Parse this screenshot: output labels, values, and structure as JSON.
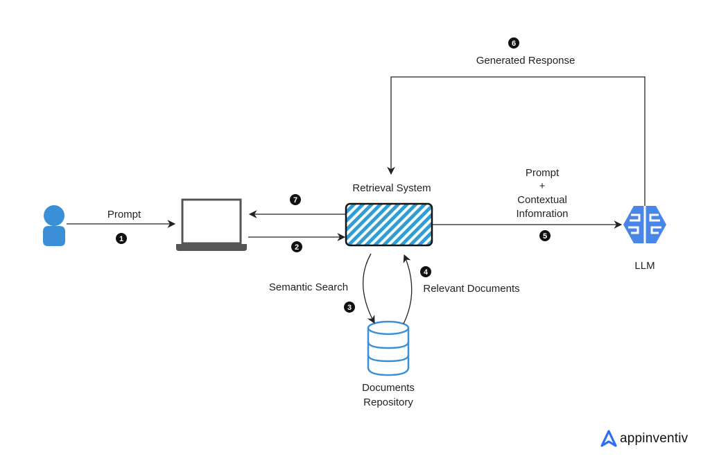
{
  "nodes": {
    "user": {
      "icon": "user-icon"
    },
    "client": {
      "icon": "laptop-icon"
    },
    "retrieval": {
      "label": "Retrieval System"
    },
    "llm": {
      "label": "LLM",
      "icon": "brain-icon"
    },
    "repository": {
      "label_line1": "Documents",
      "label_line2": "Repository",
      "icon": "database-icon"
    }
  },
  "edges": {
    "prompt": {
      "step": "1",
      "label": "Prompt"
    },
    "to_retrieval": {
      "step": "2"
    },
    "semantic_search": {
      "step": "3",
      "label": "Semantic Search"
    },
    "relevant_docs": {
      "step": "4",
      "label": "Relevant Documents"
    },
    "augmented": {
      "step": "5",
      "label_line1": "Prompt",
      "label_line2": "+",
      "label_line3": "Contextual",
      "label_line4": "Infomration"
    },
    "generated": {
      "step": "6",
      "label": "Generated Response"
    },
    "to_client": {
      "step": "7"
    }
  },
  "brand": {
    "name": "appinventiv"
  },
  "colors": {
    "accent_blue": "#3b8fd6",
    "hatch_blue": "#2f9fd3",
    "brain_blue": "#4a86e8",
    "line": "#222222",
    "badge": "#111111"
  }
}
